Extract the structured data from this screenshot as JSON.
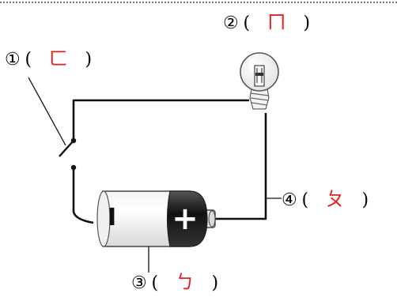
{
  "labels": [
    {
      "id": "switch",
      "number": "①",
      "open": "(",
      "answer": "ㄈ",
      "close": ")"
    },
    {
      "id": "bulb",
      "number": "②",
      "open": "(",
      "answer": "ㄇ",
      "close": ")"
    },
    {
      "id": "battery",
      "number": "③",
      "open": "(",
      "answer": "ㄅ",
      "close": ")"
    },
    {
      "id": "wire",
      "number": "④",
      "open": "(",
      "answer": "ㄆ",
      "close": ")"
    }
  ],
  "battery": {
    "negative_symbol": "I",
    "positive_symbol": "+"
  },
  "colors": {
    "answer": "#e61e1e",
    "wire": "#111111",
    "outline": "#333333"
  }
}
